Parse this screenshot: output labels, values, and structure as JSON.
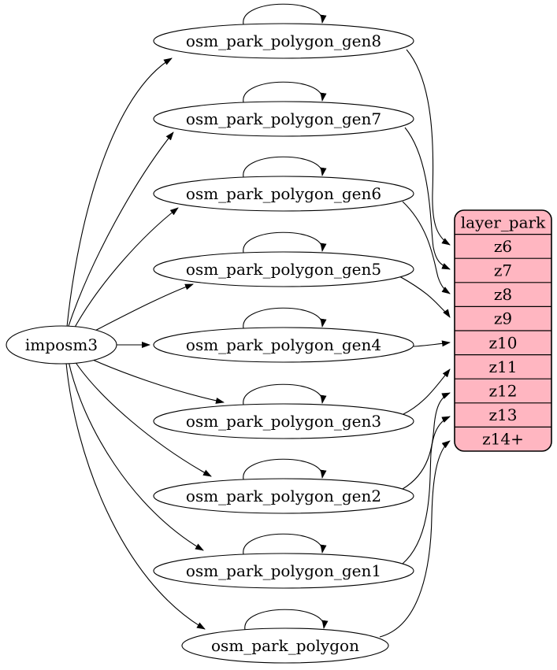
{
  "diagram": {
    "kind": "graphviz-etl-graph",
    "background": "#ffffff",
    "colors": {
      "table_fill": "#ffb6c1",
      "stroke": "#000000",
      "node_fill": "#ffffff"
    },
    "nodes": {
      "imposm3": {
        "label": "imposm3"
      },
      "gen8": {
        "label": "osm_park_polygon_gen8"
      },
      "gen7": {
        "label": "osm_park_polygon_gen7"
      },
      "gen6": {
        "label": "osm_park_polygon_gen6"
      },
      "gen5": {
        "label": "osm_park_polygon_gen5"
      },
      "gen4": {
        "label": "osm_park_polygon_gen4"
      },
      "gen3": {
        "label": "osm_park_polygon_gen3"
      },
      "gen2": {
        "label": "osm_park_polygon_gen2"
      },
      "gen1": {
        "label": "osm_park_polygon_gen1"
      },
      "polygon": {
        "label": "osm_park_polygon"
      }
    },
    "layer_table": {
      "title": "layer_park",
      "rows": [
        "z6",
        "z7",
        "z8",
        "z9",
        "z10",
        "z11",
        "z12",
        "z13",
        "z14+"
      ]
    },
    "edges": [
      {
        "from": "imposm3",
        "to": "osm_park_polygon_gen8"
      },
      {
        "from": "imposm3",
        "to": "osm_park_polygon_gen7"
      },
      {
        "from": "imposm3",
        "to": "osm_park_polygon_gen6"
      },
      {
        "from": "imposm3",
        "to": "osm_park_polygon_gen5"
      },
      {
        "from": "imposm3",
        "to": "osm_park_polygon_gen4"
      },
      {
        "from": "imposm3",
        "to": "osm_park_polygon_gen3"
      },
      {
        "from": "imposm3",
        "to": "osm_park_polygon_gen2"
      },
      {
        "from": "imposm3",
        "to": "osm_park_polygon_gen1"
      },
      {
        "from": "imposm3",
        "to": "osm_park_polygon"
      },
      {
        "from": "osm_park_polygon_gen8",
        "to": "osm_park_polygon_gen8",
        "type": "self-loop"
      },
      {
        "from": "osm_park_polygon_gen7",
        "to": "osm_park_polygon_gen7",
        "type": "self-loop"
      },
      {
        "from": "osm_park_polygon_gen6",
        "to": "osm_park_polygon_gen6",
        "type": "self-loop"
      },
      {
        "from": "osm_park_polygon_gen5",
        "to": "osm_park_polygon_gen5",
        "type": "self-loop"
      },
      {
        "from": "osm_park_polygon_gen4",
        "to": "osm_park_polygon_gen4",
        "type": "self-loop"
      },
      {
        "from": "osm_park_polygon_gen3",
        "to": "osm_park_polygon_gen3",
        "type": "self-loop"
      },
      {
        "from": "osm_park_polygon_gen2",
        "to": "osm_park_polygon_gen2",
        "type": "self-loop"
      },
      {
        "from": "osm_park_polygon_gen1",
        "to": "osm_park_polygon_gen1",
        "type": "self-loop"
      },
      {
        "from": "osm_park_polygon",
        "to": "osm_park_polygon",
        "type": "self-loop"
      },
      {
        "from": "osm_park_polygon_gen8",
        "to": "layer_park.z6"
      },
      {
        "from": "osm_park_polygon_gen7",
        "to": "layer_park.z7"
      },
      {
        "from": "osm_park_polygon_gen6",
        "to": "layer_park.z8"
      },
      {
        "from": "osm_park_polygon_gen5",
        "to": "layer_park.z9"
      },
      {
        "from": "osm_park_polygon_gen4",
        "to": "layer_park.z10"
      },
      {
        "from": "osm_park_polygon_gen3",
        "to": "layer_park.z11"
      },
      {
        "from": "osm_park_polygon_gen2",
        "to": "layer_park.z12"
      },
      {
        "from": "osm_park_polygon_gen1",
        "to": "layer_park.z13"
      },
      {
        "from": "osm_park_polygon",
        "to": "layer_park.z14+"
      }
    ]
  }
}
